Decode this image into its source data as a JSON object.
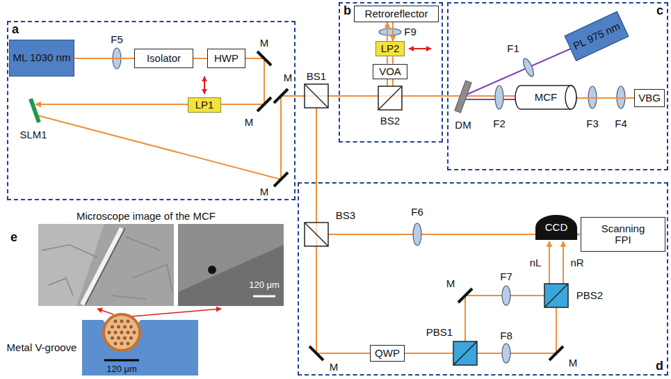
{
  "diagram": {
    "nodes": [
      {
        "text": [
          "a"
        ]
      },
      {
        "text": [
          "ML 1030 nm"
        ],
        "in": 0
      },
      {
        "text": [
          "Isolator"
        ],
        "in": 0
      },
      {
        "text": [
          "HWP"
        ],
        "in": 0
      },
      {
        "text": [
          "LP1"
        ],
        "in": 0
      },
      {
        "text": [
          "b"
        ]
      },
      {
        "text": [
          "Retroreflector"
        ],
        "in": 5
      },
      {
        "text": [
          "LP2"
        ],
        "in": 5
      },
      {
        "text": [
          "VOA"
        ],
        "in": 5
      },
      {
        "text": [
          "c"
        ]
      },
      {
        "text": [
          "PL 975 nm"
        ],
        "in": 9
      },
      {
        "text": [
          "MCF"
        ],
        "in": 9
      },
      {
        "text": [
          "VBG"
        ],
        "in": 9
      },
      {
        "text": [
          "d"
        ]
      },
      {
        "text": [
          "Scanning FPI"
        ],
        "in": 13
      },
      {
        "text": [
          "CCD"
        ],
        "in": 13
      },
      {
        "text": [
          "QWP"
        ],
        "in": 13
      }
    ],
    "edges": [
      {
        "from": 1,
        "to": 2,
        "arrow": "none"
      },
      {
        "from": 2,
        "to": 3,
        "arrow": "none"
      },
      {
        "from": 8,
        "to": 7,
        "arrow": "none"
      },
      {
        "from": 8,
        "to": 7,
        "arrow": "none"
      },
      {
        "from": 7,
        "to": 6,
        "arrow": "to"
      },
      {
        "from": 6,
        "to": 7,
        "arrow": "to"
      },
      {
        "from": 11,
        "to": 12,
        "arrow": "none"
      }
    ],
    "labels": [
      "F5",
      "M",
      "M",
      "SLM1",
      "M",
      "BS1",
      "M",
      "F9",
      "BS2",
      "F1",
      "DM",
      "F2",
      "F3",
      "F4",
      "e",
      "Microscope image of the MCF",
      "120 μm",
      "Metal V-groove",
      "120 μm",
      "BS3",
      "F6",
      "nL",
      "nR",
      "M",
      "F7",
      "PBS2",
      "PBS1",
      "F8",
      "M",
      "M"
    ]
  }
}
